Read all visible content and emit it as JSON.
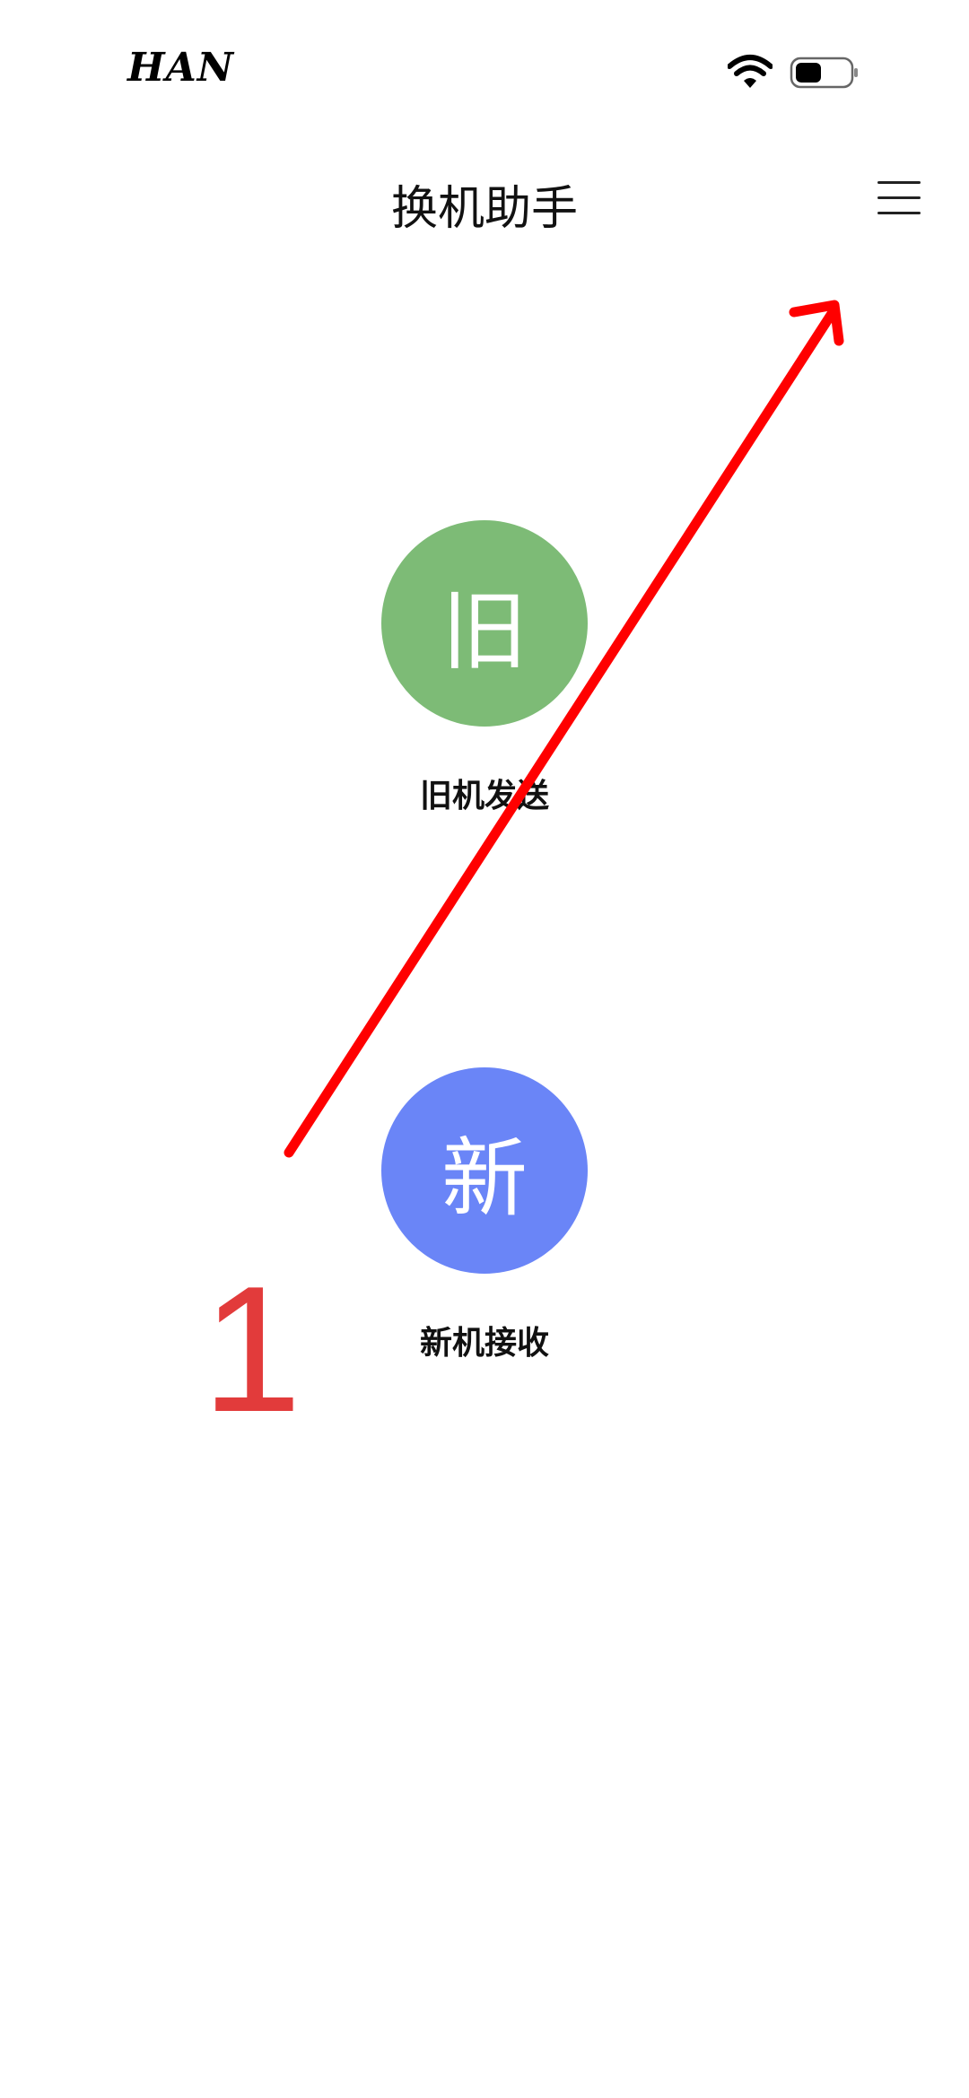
{
  "status_bar": {
    "carrier": "HAN",
    "wifi_icon": "wifi-icon",
    "battery_icon": "battery-icon"
  },
  "header": {
    "title": "换机助手",
    "menu_icon": "hamburger-menu-icon"
  },
  "options": [
    {
      "icon_text": "旧",
      "label": "旧机发送",
      "color": "#7dbb76"
    },
    {
      "icon_text": "新",
      "label": "新机接收",
      "color": "#6a85f7"
    }
  ],
  "annotation": {
    "step_number": "1",
    "arrow_color": "#ff0000",
    "number_color": "#e23b3b"
  }
}
